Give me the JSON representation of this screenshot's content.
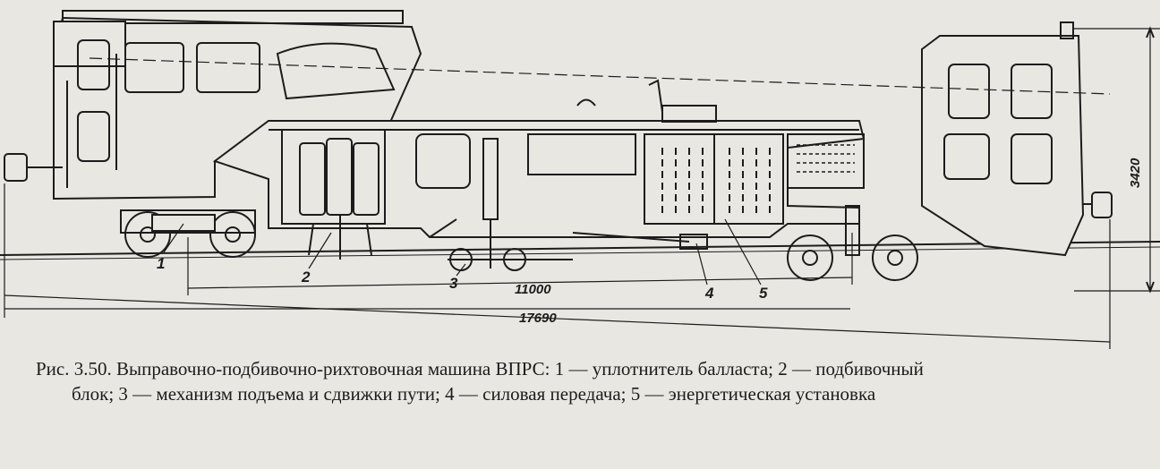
{
  "figure": {
    "callouts": [
      "1",
      "2",
      "3",
      "4",
      "5"
    ],
    "dimensions": {
      "base": "11000",
      "overall_length": "17690",
      "height": "3420"
    }
  },
  "caption": {
    "line1": "Рис. 3.50. Выправочно-подбивочно-рихтовочная машина ВПРС: 1 — уплотнитель балласта; 2 — подбивочный",
    "line2": "блок; 3 — механизм подъема и сдвижки пути; 4 — силовая передача; 5 — энергетическая установка",
    "line3": ""
  },
  "colors": {
    "paper": "#e9e7e2",
    "ink": "#1c1c1c"
  }
}
